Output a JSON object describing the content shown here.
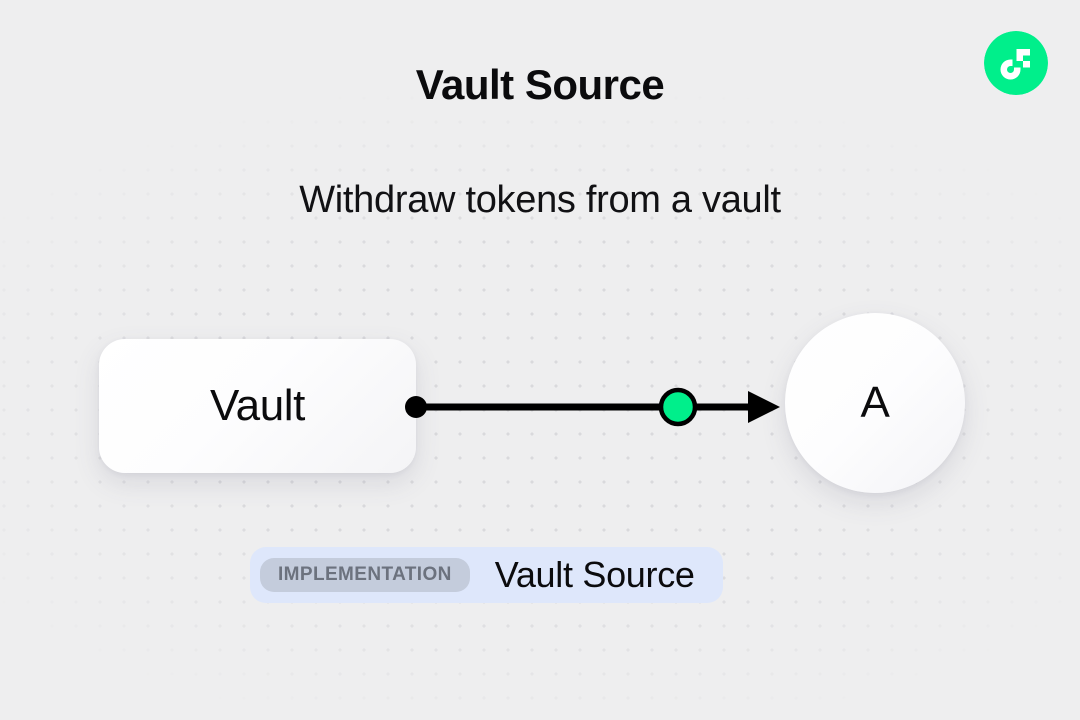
{
  "page": {
    "title": "Vault Source",
    "subtitle": "Withdraw tokens from a vault",
    "background_color": "#eeeeef"
  },
  "logo": {
    "name": "flow-logo",
    "brand_color": "#00ef8b",
    "mark_color": "#ffffff"
  },
  "diagram": {
    "type": "flow",
    "nodes": [
      {
        "id": "vault",
        "label": "Vault",
        "shape": "rounded-rect"
      },
      {
        "id": "a",
        "label": "A",
        "shape": "circle"
      }
    ],
    "edges": [
      {
        "from": "vault",
        "to": "a",
        "source_handle_color": "#000000",
        "midpoint_marker_color": "#00ef8b",
        "line_color": "#000000",
        "arrow": "right"
      }
    ]
  },
  "badge": {
    "tag_label": "IMPLEMENTATION",
    "name": "Vault Source",
    "tag_background": "#c4ccdc",
    "tag_text_color": "#6c727e",
    "badge_background": "#dee7fb"
  }
}
